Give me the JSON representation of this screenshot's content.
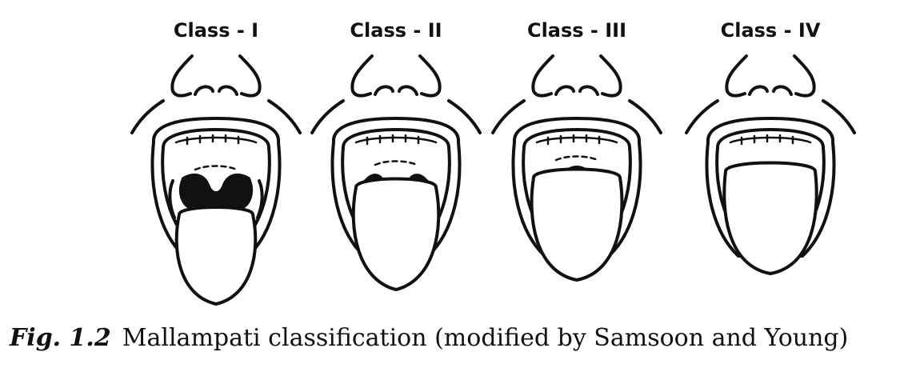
{
  "panels": [
    {
      "label": "Class - I"
    },
    {
      "label": "Class - II"
    },
    {
      "label": "Class - III"
    },
    {
      "label": "Class - IV"
    }
  ],
  "caption": {
    "figure_number": "Fig. 1.2",
    "text": "Mallampati classification (modified by Samsoon and Young)"
  }
}
